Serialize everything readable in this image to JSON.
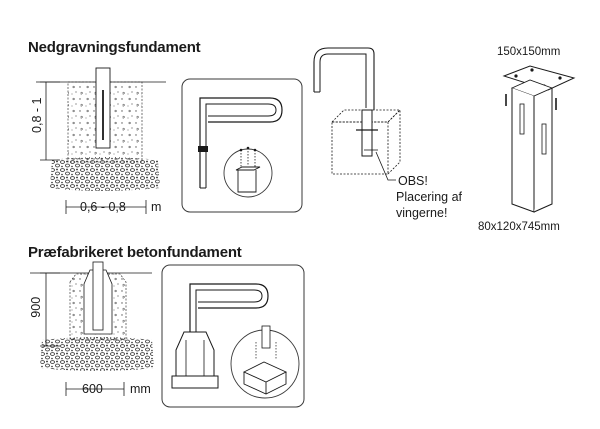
{
  "section1": {
    "heading": "Nedgravningsfundament",
    "depth_label": "0,8 - 1",
    "width_label": "0,6 - 0,8",
    "width_unit": "m",
    "warning_line1": "OBS!",
    "warning_line2": "Placering af",
    "warning_line3": "vingerne!",
    "plate_size": "150x150mm",
    "post_size": "80x120x745mm"
  },
  "section2": {
    "heading": "Præfabrikeret betonfundament",
    "depth_label": "900",
    "width_label": "600",
    "width_unit": "mm"
  },
  "colors": {
    "line": "#1a1a1a",
    "panel_border": "#3a3a3a",
    "concrete_fill": "#f4f4f4",
    "gravel": "#2a2a2a"
  },
  "icons": [
    "foundation-section-icon",
    "grab-bar-icon",
    "bolt-icon",
    "post-foundation-icon",
    "base-plate-post-icon",
    "concrete-block-icon",
    "mounting-bracket-icon"
  ]
}
